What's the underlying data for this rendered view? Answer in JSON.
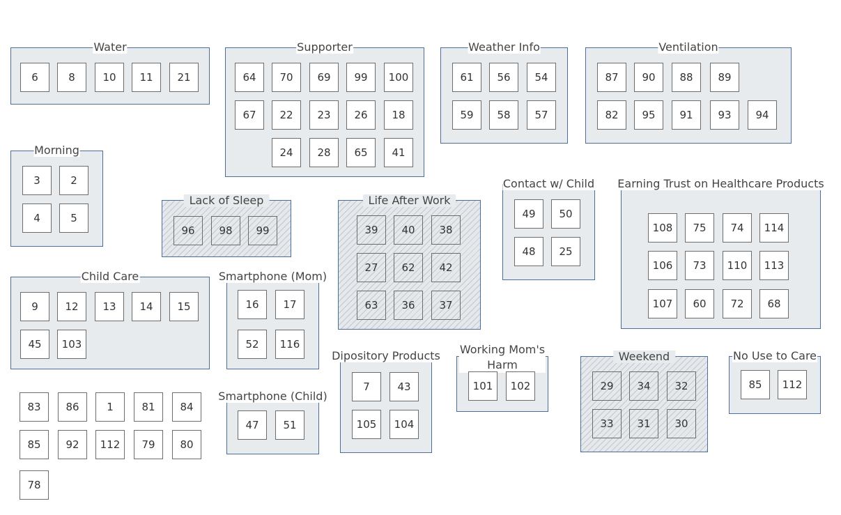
{
  "groups": [
    {
      "id": "water",
      "title": "Water",
      "hatched": false,
      "items": [
        {
          "v": "6"
        },
        {
          "v": "8"
        },
        {
          "v": "10"
        },
        {
          "v": "11"
        },
        {
          "v": "21"
        }
      ]
    },
    {
      "id": "supporter",
      "title": "Supporter",
      "hatched": false,
      "items": [
        {
          "v": "64"
        },
        {
          "v": "70"
        },
        {
          "v": "69"
        },
        {
          "v": "99"
        },
        {
          "v": "100"
        },
        {
          "v": "67"
        },
        {
          "v": "22"
        },
        {
          "v": "23"
        },
        {
          "v": "26"
        },
        {
          "v": "18"
        },
        {
          "v": "24"
        },
        {
          "v": "28"
        },
        {
          "v": "65"
        },
        {
          "v": "41"
        }
      ]
    },
    {
      "id": "weather-info",
      "title": "Weather Info",
      "hatched": false,
      "items": [
        {
          "v": "61"
        },
        {
          "v": "56"
        },
        {
          "v": "54"
        },
        {
          "v": "59"
        },
        {
          "v": "58"
        },
        {
          "v": "57"
        }
      ]
    },
    {
      "id": "ventilation",
      "title": "Ventilation",
      "hatched": false,
      "items": [
        {
          "v": "87"
        },
        {
          "v": "90"
        },
        {
          "v": "88"
        },
        {
          "v": "89"
        },
        {
          "v": "82"
        },
        {
          "v": "95"
        },
        {
          "v": "91"
        },
        {
          "v": "93"
        },
        {
          "v": "94"
        }
      ]
    },
    {
      "id": "morning",
      "title": "Morning",
      "hatched": false,
      "items": [
        {
          "v": "3"
        },
        {
          "v": "2"
        },
        {
          "v": "4"
        },
        {
          "v": "5"
        }
      ]
    },
    {
      "id": "lack-of-sleep",
      "title": "Lack of Sleep",
      "hatched": true,
      "items": [
        {
          "v": "96"
        },
        {
          "v": "98"
        },
        {
          "v": "99"
        }
      ]
    },
    {
      "id": "life-after-work",
      "title": "Life After Work",
      "hatched": true,
      "items": [
        {
          "v": "39"
        },
        {
          "v": "40"
        },
        {
          "v": "38"
        },
        {
          "v": "27"
        },
        {
          "v": "62"
        },
        {
          "v": "42"
        },
        {
          "v": "63"
        },
        {
          "v": "36"
        },
        {
          "v": "37"
        }
      ]
    },
    {
      "id": "contact-w-child",
      "title": "Contact w/ Child",
      "hatched": false,
      "items": [
        {
          "v": "49"
        },
        {
          "v": "50"
        },
        {
          "v": "48"
        },
        {
          "v": "25"
        }
      ]
    },
    {
      "id": "earning-trust",
      "title": "Earning Trust on Healthcare Products",
      "hatched": false,
      "items": [
        {
          "v": "108"
        },
        {
          "v": "75"
        },
        {
          "v": "74"
        },
        {
          "v": "114"
        },
        {
          "v": "106"
        },
        {
          "v": "73"
        },
        {
          "v": "110"
        },
        {
          "v": "113"
        },
        {
          "v": "107"
        },
        {
          "v": "60"
        },
        {
          "v": "72"
        },
        {
          "v": "68"
        }
      ]
    },
    {
      "id": "child-care",
      "title": "Child Care",
      "hatched": false,
      "items": [
        {
          "v": "9"
        },
        {
          "v": "12"
        },
        {
          "v": "13"
        },
        {
          "v": "14"
        },
        {
          "v": "15"
        },
        {
          "v": "45"
        },
        {
          "v": "103"
        }
      ]
    },
    {
      "id": "smartphone-mom",
      "title": "Smartphone (Mom)",
      "hatched": false,
      "items": [
        {
          "v": "16"
        },
        {
          "v": "17"
        },
        {
          "v": "52"
        },
        {
          "v": "116"
        }
      ]
    },
    {
      "id": "smartphone-child",
      "title": "Smartphone (Child)",
      "hatched": false,
      "items": [
        {
          "v": "47"
        },
        {
          "v": "51"
        }
      ]
    },
    {
      "id": "dipository-products",
      "title": "Dipository Products",
      "hatched": false,
      "items": [
        {
          "v": "7"
        },
        {
          "v": "43"
        },
        {
          "v": "105"
        },
        {
          "v": "104"
        }
      ]
    },
    {
      "id": "working-moms-harm",
      "title": "Working Mom's\nHarm",
      "hatched": false,
      "items": [
        {
          "v": "101"
        },
        {
          "v": "102"
        }
      ]
    },
    {
      "id": "weekend",
      "title": "Weekend",
      "hatched": true,
      "items": [
        {
          "v": "29"
        },
        {
          "v": "34"
        },
        {
          "v": "32"
        },
        {
          "v": "33"
        },
        {
          "v": "31"
        },
        {
          "v": "30"
        }
      ]
    },
    {
      "id": "no-use-to-care",
      "title": "No Use to Care",
      "hatched": false,
      "items": [
        {
          "v": "85"
        },
        {
          "v": "112"
        }
      ]
    }
  ],
  "ungrouped": [
    {
      "v": "83"
    },
    {
      "v": "86"
    },
    {
      "v": "1"
    },
    {
      "v": "81"
    },
    {
      "v": "84"
    },
    {
      "v": "85"
    },
    {
      "v": "92"
    },
    {
      "v": "112"
    },
    {
      "v": "79"
    },
    {
      "v": "80"
    },
    {
      "v": "78"
    }
  ]
}
